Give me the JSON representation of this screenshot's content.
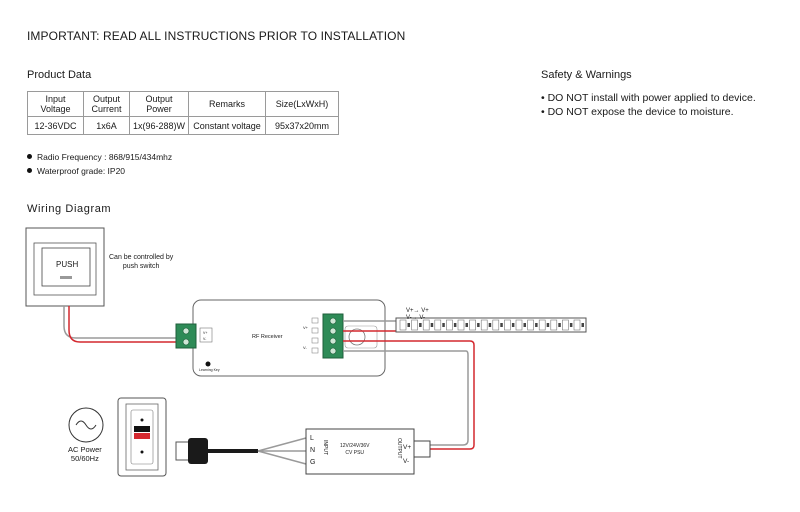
{
  "header": {
    "title": "IMPORTANT: READ ALL INSTRUCTIONS PRIOR TO INSTALLATION"
  },
  "product_data": {
    "heading": "Product Data",
    "columns": [
      [
        "Input",
        "Voltage"
      ],
      [
        "Output",
        "Current"
      ],
      [
        "Output",
        "Power"
      ],
      [
        "Remarks"
      ],
      [
        "Size(LxWxH)"
      ]
    ],
    "row": [
      "12-36VDC",
      "1x6A",
      "1x(96-288)W",
      "Constant voltage",
      "95x37x20mm"
    ],
    "bullets": [
      "Radio Frequency : 868/915/434mhz",
      "Waterproof grade: IP20"
    ]
  },
  "safety": {
    "heading": "Safety & Warnings",
    "items": [
      "DO NOT install with power applied to device.",
      "DO NOT expose the device to moisture."
    ]
  },
  "wiring": {
    "heading": "Wiring Diagram",
    "push_label": "PUSH",
    "push_note": [
      "Can be controlled by",
      "push switch"
    ],
    "receiver_label": "RF Receiver",
    "learning_key": "Learning Key",
    "strip_labels": [
      "V+",
      "V-"
    ],
    "ac_power": [
      "AC Power",
      "50/60Hz"
    ],
    "psu_label": [
      "12V/24V/36V",
      "CV PSU"
    ],
    "psu_input": "INPUT",
    "psu_output": "OUTPUT",
    "psu_terminals_in": [
      "L",
      "N",
      "G"
    ],
    "psu_terminals_out": [
      "V+",
      "V-"
    ],
    "receiver_in_terms": [
      "V+",
      "V-"
    ],
    "receiver_out_terms": [
      "V+",
      "V-"
    ]
  },
  "colors": {
    "red_wire": "#d4282f",
    "gray_wire": "#9a9a9a",
    "terminal_green": "#2e8b57",
    "text": "#1a1a1a"
  }
}
